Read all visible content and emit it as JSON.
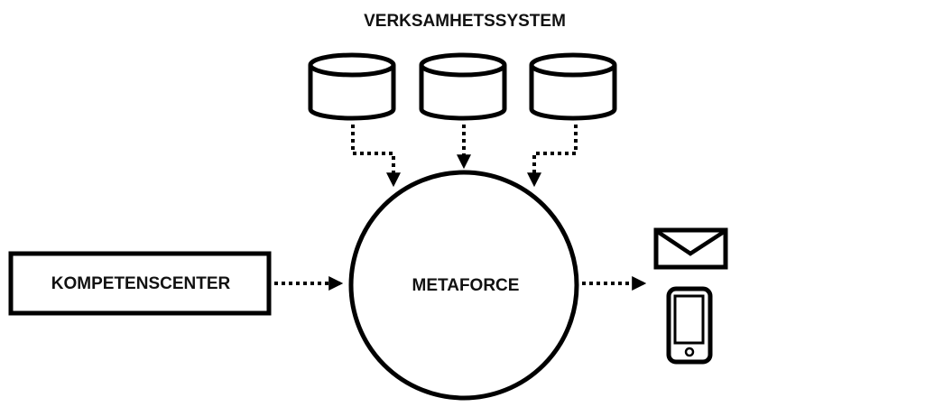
{
  "diagram": {
    "title": "VERKSAMHETSSYSTEM",
    "nodes": {
      "center": {
        "label": "METAFORCE"
      },
      "left": {
        "label": "KOMPETENSCENTER"
      }
    },
    "databases": [
      {
        "icon": "database-icon"
      },
      {
        "icon": "database-icon"
      },
      {
        "icon": "database-icon"
      }
    ],
    "outputs": [
      {
        "icon": "envelope-icon"
      },
      {
        "icon": "smartphone-icon"
      }
    ],
    "colors": {
      "stroke": "#000000",
      "text": "#111111",
      "background": "#ffffff"
    }
  }
}
